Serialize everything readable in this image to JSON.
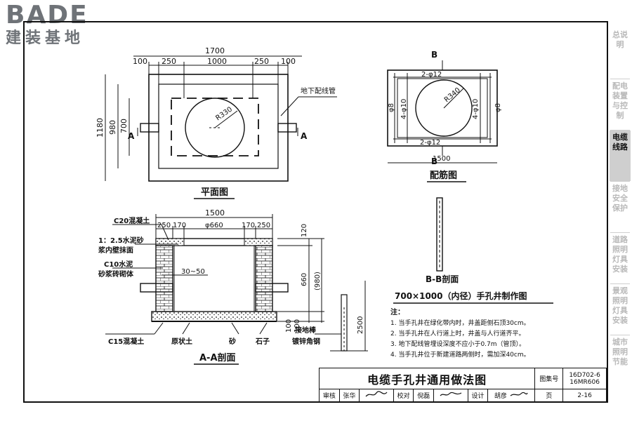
{
  "logo": {
    "brand": "BADE",
    "sub": "建装基地"
  },
  "sidebar": [
    {
      "label": "总说明",
      "active": false
    },
    {
      "label": "配电装置与控制",
      "active": false
    },
    {
      "label": "电缆线路",
      "active": true
    },
    {
      "label": "接地安全保护",
      "active": false
    },
    {
      "label": "道路照明灯具安装",
      "active": false
    },
    {
      "label": "景观照明灯具安装",
      "active": false
    },
    {
      "label": "城市照明节能",
      "active": false
    }
  ],
  "plan": {
    "title": "平面图",
    "dims_top": [
      "100",
      "250",
      "1000",
      "250",
      "100"
    ],
    "total_width": "1700",
    "dims_left": [
      "1180",
      "980",
      "700"
    ],
    "radius": "R330",
    "pipe_label": "地下配线管",
    "section_mark": "A"
  },
  "rebar": {
    "title": "配筋图",
    "section_mark": "B",
    "top_bar": "2-φ12",
    "bottom_bar": "2-φ12",
    "radius": "R340",
    "left_outer": "φ8",
    "left_inner": "4-φ10",
    "right_inner": "4-φ10",
    "right_outer": "φ8",
    "width": "1500"
  },
  "section_aa": {
    "title": "A-A剖面",
    "total_width": "1500",
    "dims_top": [
      "250",
      "170",
      "φ660",
      "170",
      "250"
    ],
    "label_c20": "C20混凝土",
    "label_mortar_1": "1：2.5水泥砂",
    "label_mortar_2": "浆内壁抹面",
    "label_brick_1": "C10水泥",
    "label_brick_2": "砂浆砖砌体",
    "label_gap": "30~50",
    "label_c15": "C15混凝土",
    "label_soil": "原状土",
    "label_sand": "砂",
    "label_stone": "石子",
    "label_ground_1": "接地棒",
    "label_ground_2": "镀锌角钢",
    "dim_120": "120",
    "dim_660": "660",
    "dim_980": "(980)",
    "dim_100a": "100",
    "dim_100b": "100",
    "dim_2500": "2500"
  },
  "section_bb": {
    "title": "B-B剖面"
  },
  "drawing_title": "700×1000（内径）手孔井制作图",
  "notes": {
    "heading": "注：",
    "items": [
      "1. 当手孔井在绿化带内时，井盖距侧石顶30cm。",
      "2. 当手孔井在人行道上时，井盖与人行道齐平。",
      "3. 地下配线管埋设深度不应小于0.7m（管顶）。",
      "4. 当手孔井位于新建道路两侧时，需加深40cm。"
    ]
  },
  "title_block": {
    "title": "电缆手孔井通用做法图",
    "atlas_label": "图集号",
    "atlas_no_1": "16D702-6",
    "atlas_no_2": "16MR606",
    "review_label": "审核",
    "reviewer": "张华",
    "check_label": "校对",
    "checker": "倪磊",
    "design_label": "设计",
    "designer": "胡彦",
    "page_label": "页",
    "page_no": "2-16"
  }
}
